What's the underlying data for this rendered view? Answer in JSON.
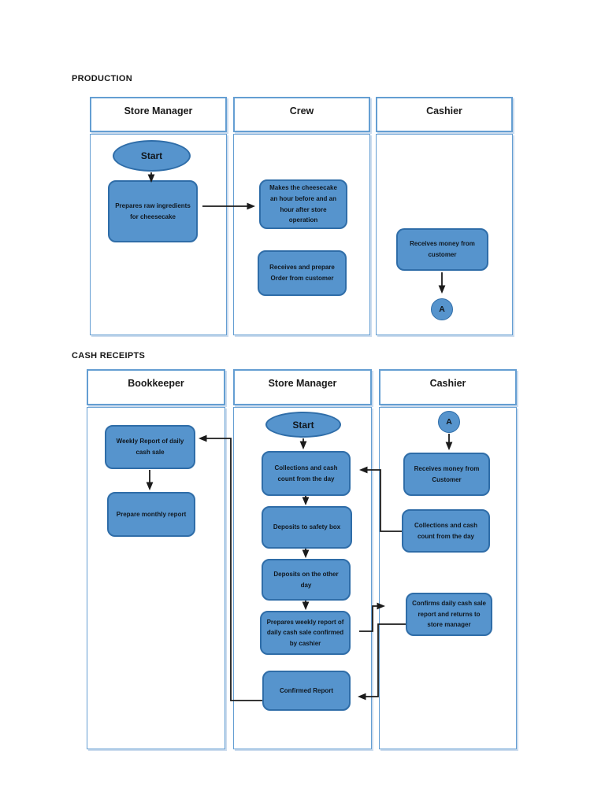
{
  "production": {
    "title": "PRODUCTION",
    "lanes": [
      {
        "label": "Store Manager"
      },
      {
        "label": "Crew"
      },
      {
        "label": "Cashier"
      }
    ],
    "nodes": {
      "start": "Start",
      "prepares_raw": "Prepares raw ingredients for cheesecake",
      "makes_cheesecake": "Makes the cheesecake an hour before and an hour after store operation",
      "receives_order": "Receives and prepare Order from customer",
      "receives_money": "Receives money from customer",
      "connector_a": "A"
    }
  },
  "cash_receipts": {
    "title": "CASH RECEIPTS",
    "lanes": [
      {
        "label": "Bookkeeper"
      },
      {
        "label": "Store Manager"
      },
      {
        "label": "Cashier"
      }
    ],
    "nodes": {
      "weekly_report": "Weekly Report of daily cash sale",
      "prepare_monthly": "Prepare monthly report",
      "start": "Start",
      "collections_sm": "Collections and cash count from the day",
      "deposits_safety": "Deposits to safety box",
      "deposits_other": "Deposits on the other day",
      "prepares_weekly": "Prepares weekly report of daily cash sale confirmed by cashier",
      "confirmed_report": "Confirmed Report",
      "connector_a": "A",
      "receives_money": "Receives money from Customer",
      "collections_cashier": "Collections and cash count from the day",
      "confirms_daily": "Confirms daily cash sale report and returns to store manager"
    }
  },
  "colors": {
    "shape_fill": "#5694cd",
    "shape_border": "#2f6da8",
    "lane_border": "#649ed2",
    "connector": "#1b1b1b"
  }
}
